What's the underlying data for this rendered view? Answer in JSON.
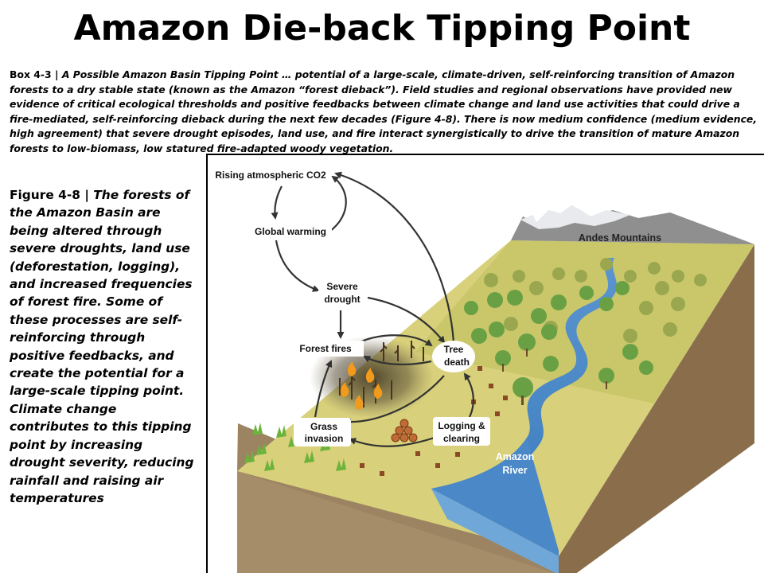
{
  "title": "Amazon Die-back Tipping Point",
  "box": {
    "label": "Box 4-3 | ",
    "text": "A Possible Amazon Basin Tipping Point … potential of a large-scale, climate-driven, self-reinforcing transition of Amazon forests to a dry stable state (known as the Amazon “forest dieback”). Field studies and regional observations have provided new evidence of critical ecological thresholds and positive feedbacks between climate change and land use activities that could drive a fire-mediated, self-reinforcing dieback during the next few decades (Figure 4-8). There is now medium confidence (medium evidence, high agreement) that severe drought episodes, land use, and fire interact synergistically to drive the transition of mature Amazon forests to low-biomass, low statured fire-adapted woody vegetation."
  },
  "caption": {
    "label": "Figure 4-8 | ",
    "text": "The forests of the Amazon Basin are being altered through severe droughts, land use (deforestation, logging), and increased frequencies of forest fire. Some of these processes are self-reinforcing through positive feedbacks, and create the potential for a large-scale tipping point. Climate change contributes to this tipping point by increasing drought severity, reducing rainfall and raising air temperatures"
  },
  "diagram": {
    "nodes": {
      "co2": "Rising atmospheric CO2",
      "warming": "Global warming",
      "drought_1": "Severe",
      "drought_2": "drought",
      "fires": "Forest fires",
      "death_1": "Tree",
      "death_2": "death",
      "grass_1": "Grass",
      "grass_2": "invasion",
      "logging_1": "Logging &",
      "logging_2": "clearing"
    },
    "places": {
      "mountains": "Andes Mountains",
      "river_1": "Amazon",
      "river_2": "River"
    }
  }
}
